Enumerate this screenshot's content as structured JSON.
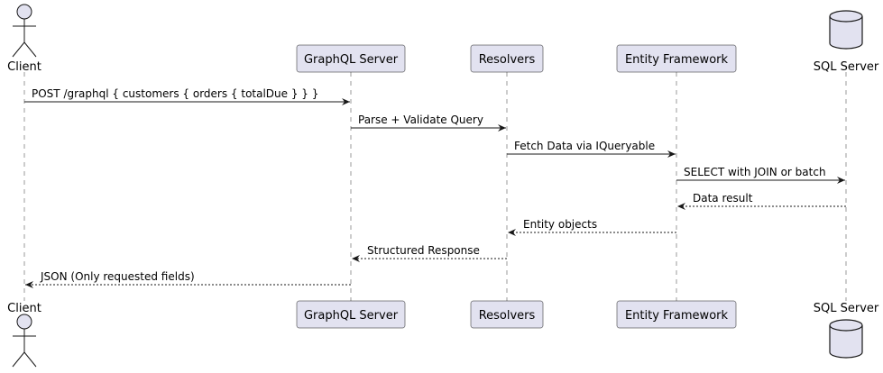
{
  "diagram": {
    "type": "sequence",
    "colors": {
      "participant_fill": "#E2E2F0",
      "participant_border": "#181818",
      "lifeline": "#999999",
      "arrow": "#181818"
    },
    "participants": [
      {
        "id": "client",
        "label": "Client",
        "shape": "actor-icon"
      },
      {
        "id": "graphql",
        "label": "GraphQL Server",
        "shape": "box"
      },
      {
        "id": "resolvers",
        "label": "Resolvers",
        "shape": "box"
      },
      {
        "id": "ef",
        "label": "Entity Framework",
        "shape": "box"
      },
      {
        "id": "sql",
        "label": "SQL Server",
        "shape": "database-icon"
      }
    ],
    "messages": [
      {
        "from": "client",
        "to": "graphql",
        "label": "POST /graphql { customers { orders { totalDue } } }",
        "style": "solid"
      },
      {
        "from": "graphql",
        "to": "resolvers",
        "label": "Parse + Validate Query",
        "style": "solid"
      },
      {
        "from": "resolvers",
        "to": "ef",
        "label": "Fetch Data via IQueryable",
        "style": "solid"
      },
      {
        "from": "ef",
        "to": "sql",
        "label": "SELECT with JOIN or batch",
        "style": "solid"
      },
      {
        "from": "sql",
        "to": "ef",
        "label": "Data result",
        "style": "dashed"
      },
      {
        "from": "ef",
        "to": "resolvers",
        "label": "Entity objects",
        "style": "dashed"
      },
      {
        "from": "resolvers",
        "to": "graphql",
        "label": "Structured Response",
        "style": "dashed"
      },
      {
        "from": "graphql",
        "to": "client",
        "label": "JSON (Only requested fields)",
        "style": "dashed"
      }
    ]
  }
}
